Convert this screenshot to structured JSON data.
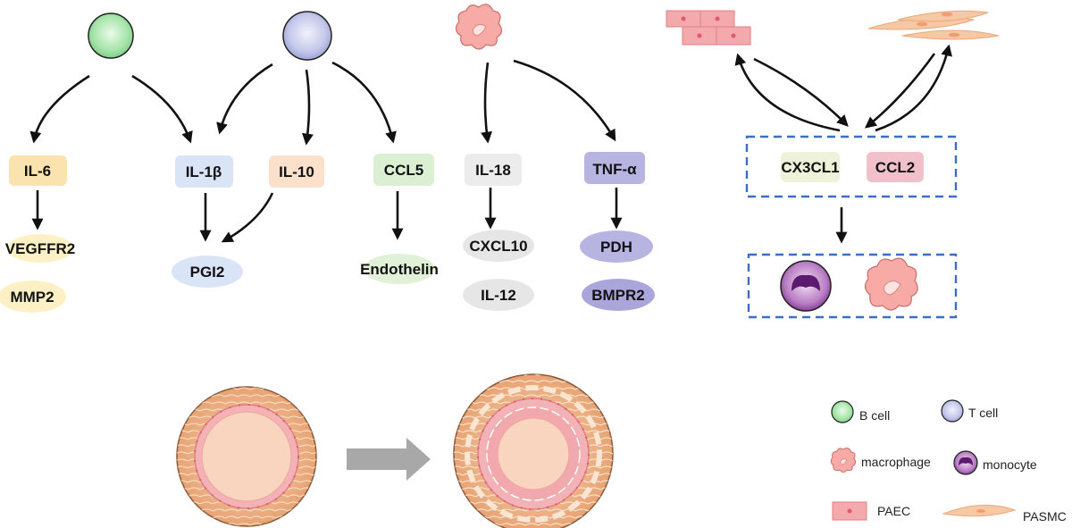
{
  "cytokines": {
    "il6": "IL-6",
    "il1b": "IL-1β",
    "il10": "IL-10",
    "ccl5": "CCL5",
    "il18": "IL-18",
    "tnfa": "TNF-α"
  },
  "targets": {
    "vegffr2": "VEGFFR2",
    "mmp2": "MMP2",
    "pgi2": "PGI2",
    "endothelin": "Endothelin",
    "cxcl10": "CXCL10",
    "il12": "IL-12",
    "pdh": "PDH",
    "bmpr2": "BMPR2"
  },
  "chemokines": {
    "cx3cl1": "CX3CL1",
    "ccl2": "CCL2"
  },
  "legend": {
    "b_cell": "B cell",
    "t_cell": "T cell",
    "macrophage": "macrophage",
    "monocyte": "monocyte",
    "paec": "PAEC",
    "pasmc": "PASMC"
  },
  "colors": {
    "b_cell": "#9fe3a4",
    "t_cell": "#c3c6ea",
    "macrophage": "#f6a7a3",
    "monocyte": "#9a44ad",
    "paec": "#f2a4a8",
    "pasmc": "#f6c7a2",
    "il6_box": "#fbe3b0",
    "il1b_box": "#d9e4f6",
    "il10_box": "#fbe0cc",
    "ccl5_box": "#dbf0d3",
    "il18_box": "#ececec",
    "tnfa_box": "#b8b4e2",
    "dashed_box": "#3a6fc4",
    "transition_arrow": "#a8a8a8"
  }
}
